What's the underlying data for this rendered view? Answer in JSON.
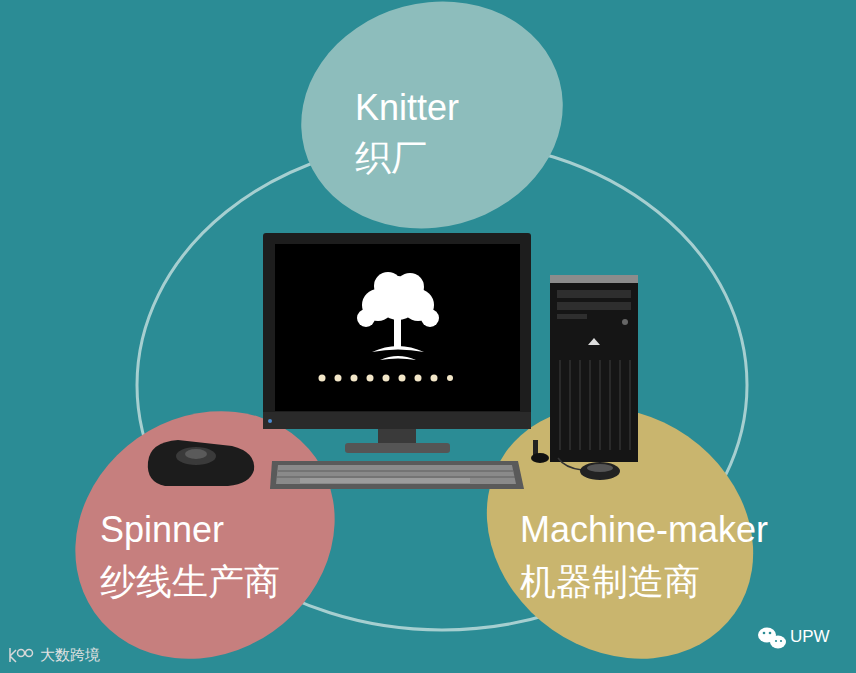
{
  "diagram": {
    "nodes": [
      {
        "text": [
          "Knitter",
          "织厂"
        ]
      },
      {
        "text": [
          "Spinner",
          "纱线生产商"
        ]
      },
      {
        "text": [
          "Machine-maker",
          "机器制造商"
        ]
      }
    ],
    "labels": [
      "大数跨境",
      "UPW"
    ]
  }
}
